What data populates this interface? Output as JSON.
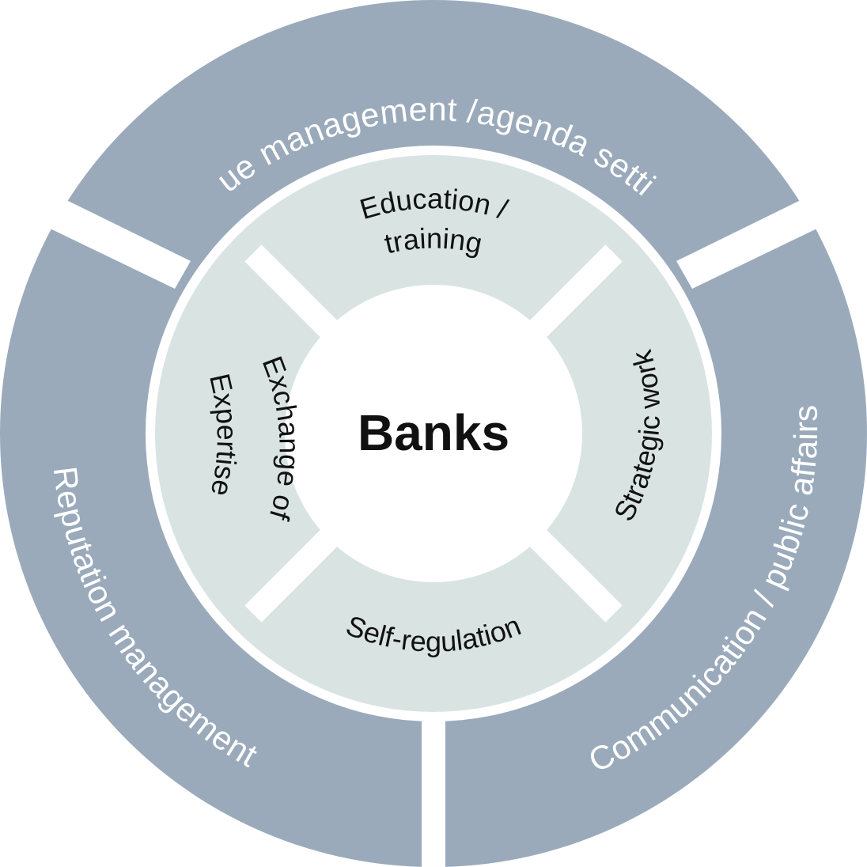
{
  "colors": {
    "outer_ring": "#9aaabb",
    "inner_ring": "#d9e4e2",
    "center": "#ffffff",
    "outer_text": "#ffffff",
    "inner_text": "#111111"
  },
  "center": {
    "label": "Banks"
  },
  "outer_ring": [
    {
      "id": "issue",
      "label": "Issue management /agenda setting"
    },
    {
      "id": "communication",
      "label": "Communication / public affairs"
    },
    {
      "id": "reputation",
      "label": "Reputation management"
    }
  ],
  "inner_ring": [
    {
      "id": "education",
      "lines": [
        "Education /",
        "training"
      ]
    },
    {
      "id": "strategic",
      "lines": [
        "Strategic work"
      ]
    },
    {
      "id": "self-regulation",
      "lines": [
        "Self-regulation"
      ]
    },
    {
      "id": "exchange",
      "lines": [
        "Exchange of",
        "Expertise"
      ]
    }
  ]
}
